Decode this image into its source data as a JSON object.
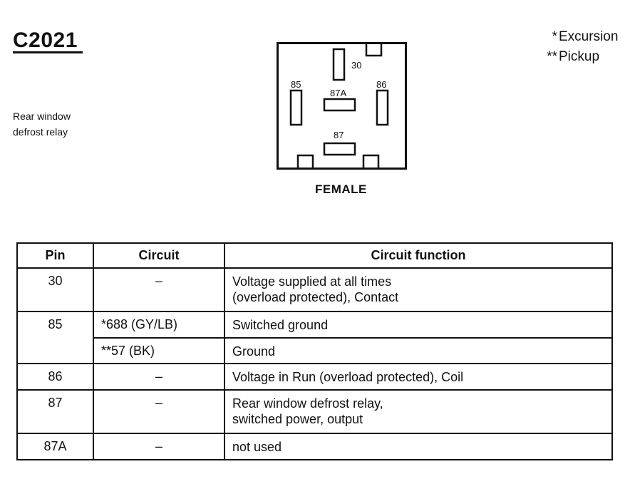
{
  "connector_id": "C2021",
  "description_lines": [
    "Rear window",
    "defrost relay"
  ],
  "legend": [
    {
      "mark": "*",
      "label": "Excursion"
    },
    {
      "mark": "**",
      "label": "Pickup"
    }
  ],
  "connector": {
    "gender": "FEMALE",
    "pin_labels": {
      "p30": "30",
      "p85": "85",
      "p87a": "87A",
      "p86": "86",
      "p87": "87"
    }
  },
  "table": {
    "headers": [
      "Pin",
      "Circuit",
      "Circuit function"
    ],
    "rows": [
      {
        "pin": "30",
        "circuit": "–",
        "function_lines": [
          "Voltage supplied at all times",
          "(overload protected), Contact"
        ]
      },
      {
        "pin": "85",
        "circuit": "*688 (GY/LB)",
        "function_lines": [
          "Switched ground"
        ]
      },
      {
        "pin": "",
        "circuit": "**57 (BK)",
        "function_lines": [
          "Ground"
        ]
      },
      {
        "pin": "86",
        "circuit": "–",
        "function_lines": [
          "Voltage in Run (overload protected), Coil"
        ]
      },
      {
        "pin": "87",
        "circuit": "–",
        "function_lines": [
          "Rear window defrost relay,",
          "switched power, output"
        ]
      },
      {
        "pin": "87A",
        "circuit": "–",
        "function_lines": [
          "not used"
        ]
      }
    ]
  }
}
